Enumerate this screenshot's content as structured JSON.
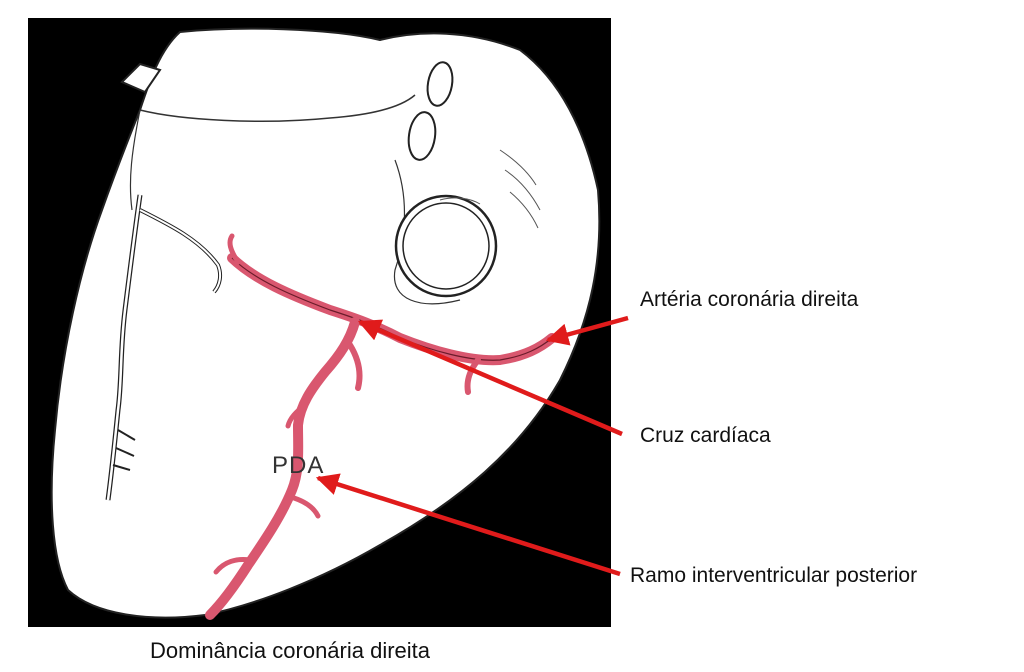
{
  "labels": {
    "right_coronary_artery": "Artéria coronária direita",
    "crux_cordis": "Cruz cardíaca",
    "posterior_interventricular_branch": "Ramo interventricular posterior",
    "pda": "PDA"
  },
  "caption": "Dominância coronária direita",
  "colors": {
    "background_panel": "#000000",
    "heart_fill": "#ffffff",
    "outline": "#222222",
    "artery": "#d9576f",
    "arrow": "#e01b1b"
  }
}
